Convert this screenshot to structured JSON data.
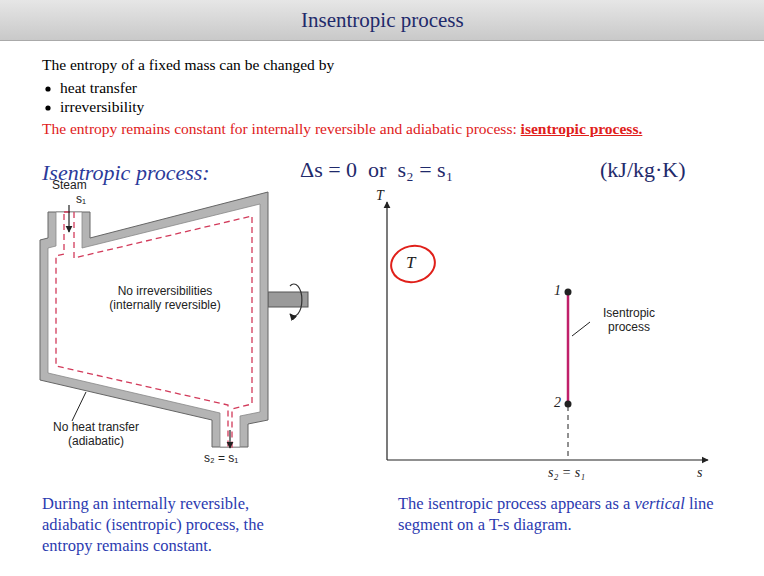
{
  "diagram": {
    "title": "Insentropic process",
    "labels": [
      "The entropy of a fixed mass can be changed by",
      "heat transfer",
      "irreversibility",
      "The entropy remains constant for internally reversible and adiabatic process:",
      "isentropic process.",
      "Isentropic process:",
      "Δs = 0  or  s₂ = s₁",
      "(kJ/kg·K)",
      "Steam",
      "s₁",
      "No irreversibilities (internally reversible)",
      "No heat transfer (adiabatic)",
      "s₂ = s₁",
      "T",
      "T",
      "1",
      "Isentropic process",
      "2",
      "s₂ = s₁",
      "s",
      "During an internally reversible, adiabatic (isentropic) process, the entropy remains constant.",
      "The isentropic process appears as a",
      "vertical",
      "line segment on a T-s diagram."
    ]
  }
}
